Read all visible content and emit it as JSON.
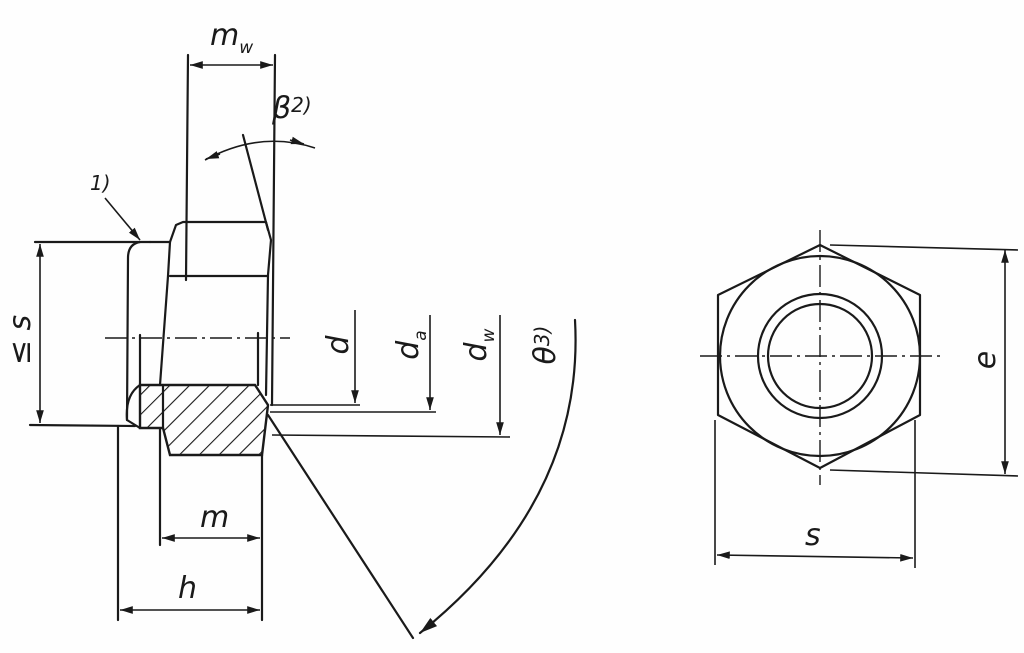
{
  "labels": {
    "mw_main": "m",
    "mw_sub": "w",
    "beta": "β",
    "beta_note": "2)",
    "note1": "1)",
    "le_s": "≤ s",
    "d": "d",
    "da_main": "d",
    "da_sub": "a",
    "dw_main": "d",
    "dw_sub": "w",
    "theta": "θ",
    "theta_note": "3)",
    "m": "m",
    "h": "h",
    "e": "e",
    "s": "s"
  }
}
